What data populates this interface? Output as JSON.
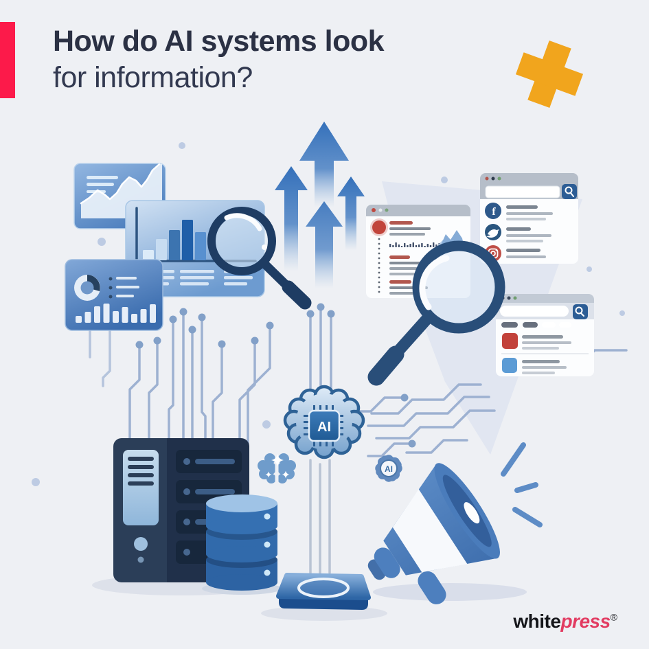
{
  "header": {
    "title_line1": "How do AI systems look",
    "title_line2": "for information?"
  },
  "branding": {
    "logo_white": "white",
    "logo_press": "press",
    "logo_registered": "®"
  },
  "illustration": {
    "ai_chip_label": "AI",
    "ai_gear_label": "AI",
    "facebook_glyph": "f",
    "bar_chart": {
      "heights": [
        15,
        31,
        44,
        59,
        41
      ],
      "colors": [
        "#dcebf8",
        "#c7dcf1",
        "#3c74b0",
        "#1f5ea8",
        "#5890cf"
      ]
    },
    "equalizer_heights": [
      10,
      16,
      24,
      28,
      17,
      23,
      13,
      20,
      27
    ],
    "sparkline_heights": [
      5,
      3,
      7,
      4,
      2,
      6,
      3,
      5,
      7,
      3,
      4,
      6,
      2,
      5,
      3,
      7,
      4,
      6
    ]
  },
  "colors": {
    "background": "#eef0f4",
    "accent_red": "#fc1a4a",
    "accent_orange": "#f1a51d",
    "title_navy": "#2b3144",
    "logo_press_pink": "#e23b61",
    "illustration_blue": "#4d7fbe",
    "dark_navy": "#24364e",
    "circuit_blue": "#9db1d1"
  }
}
